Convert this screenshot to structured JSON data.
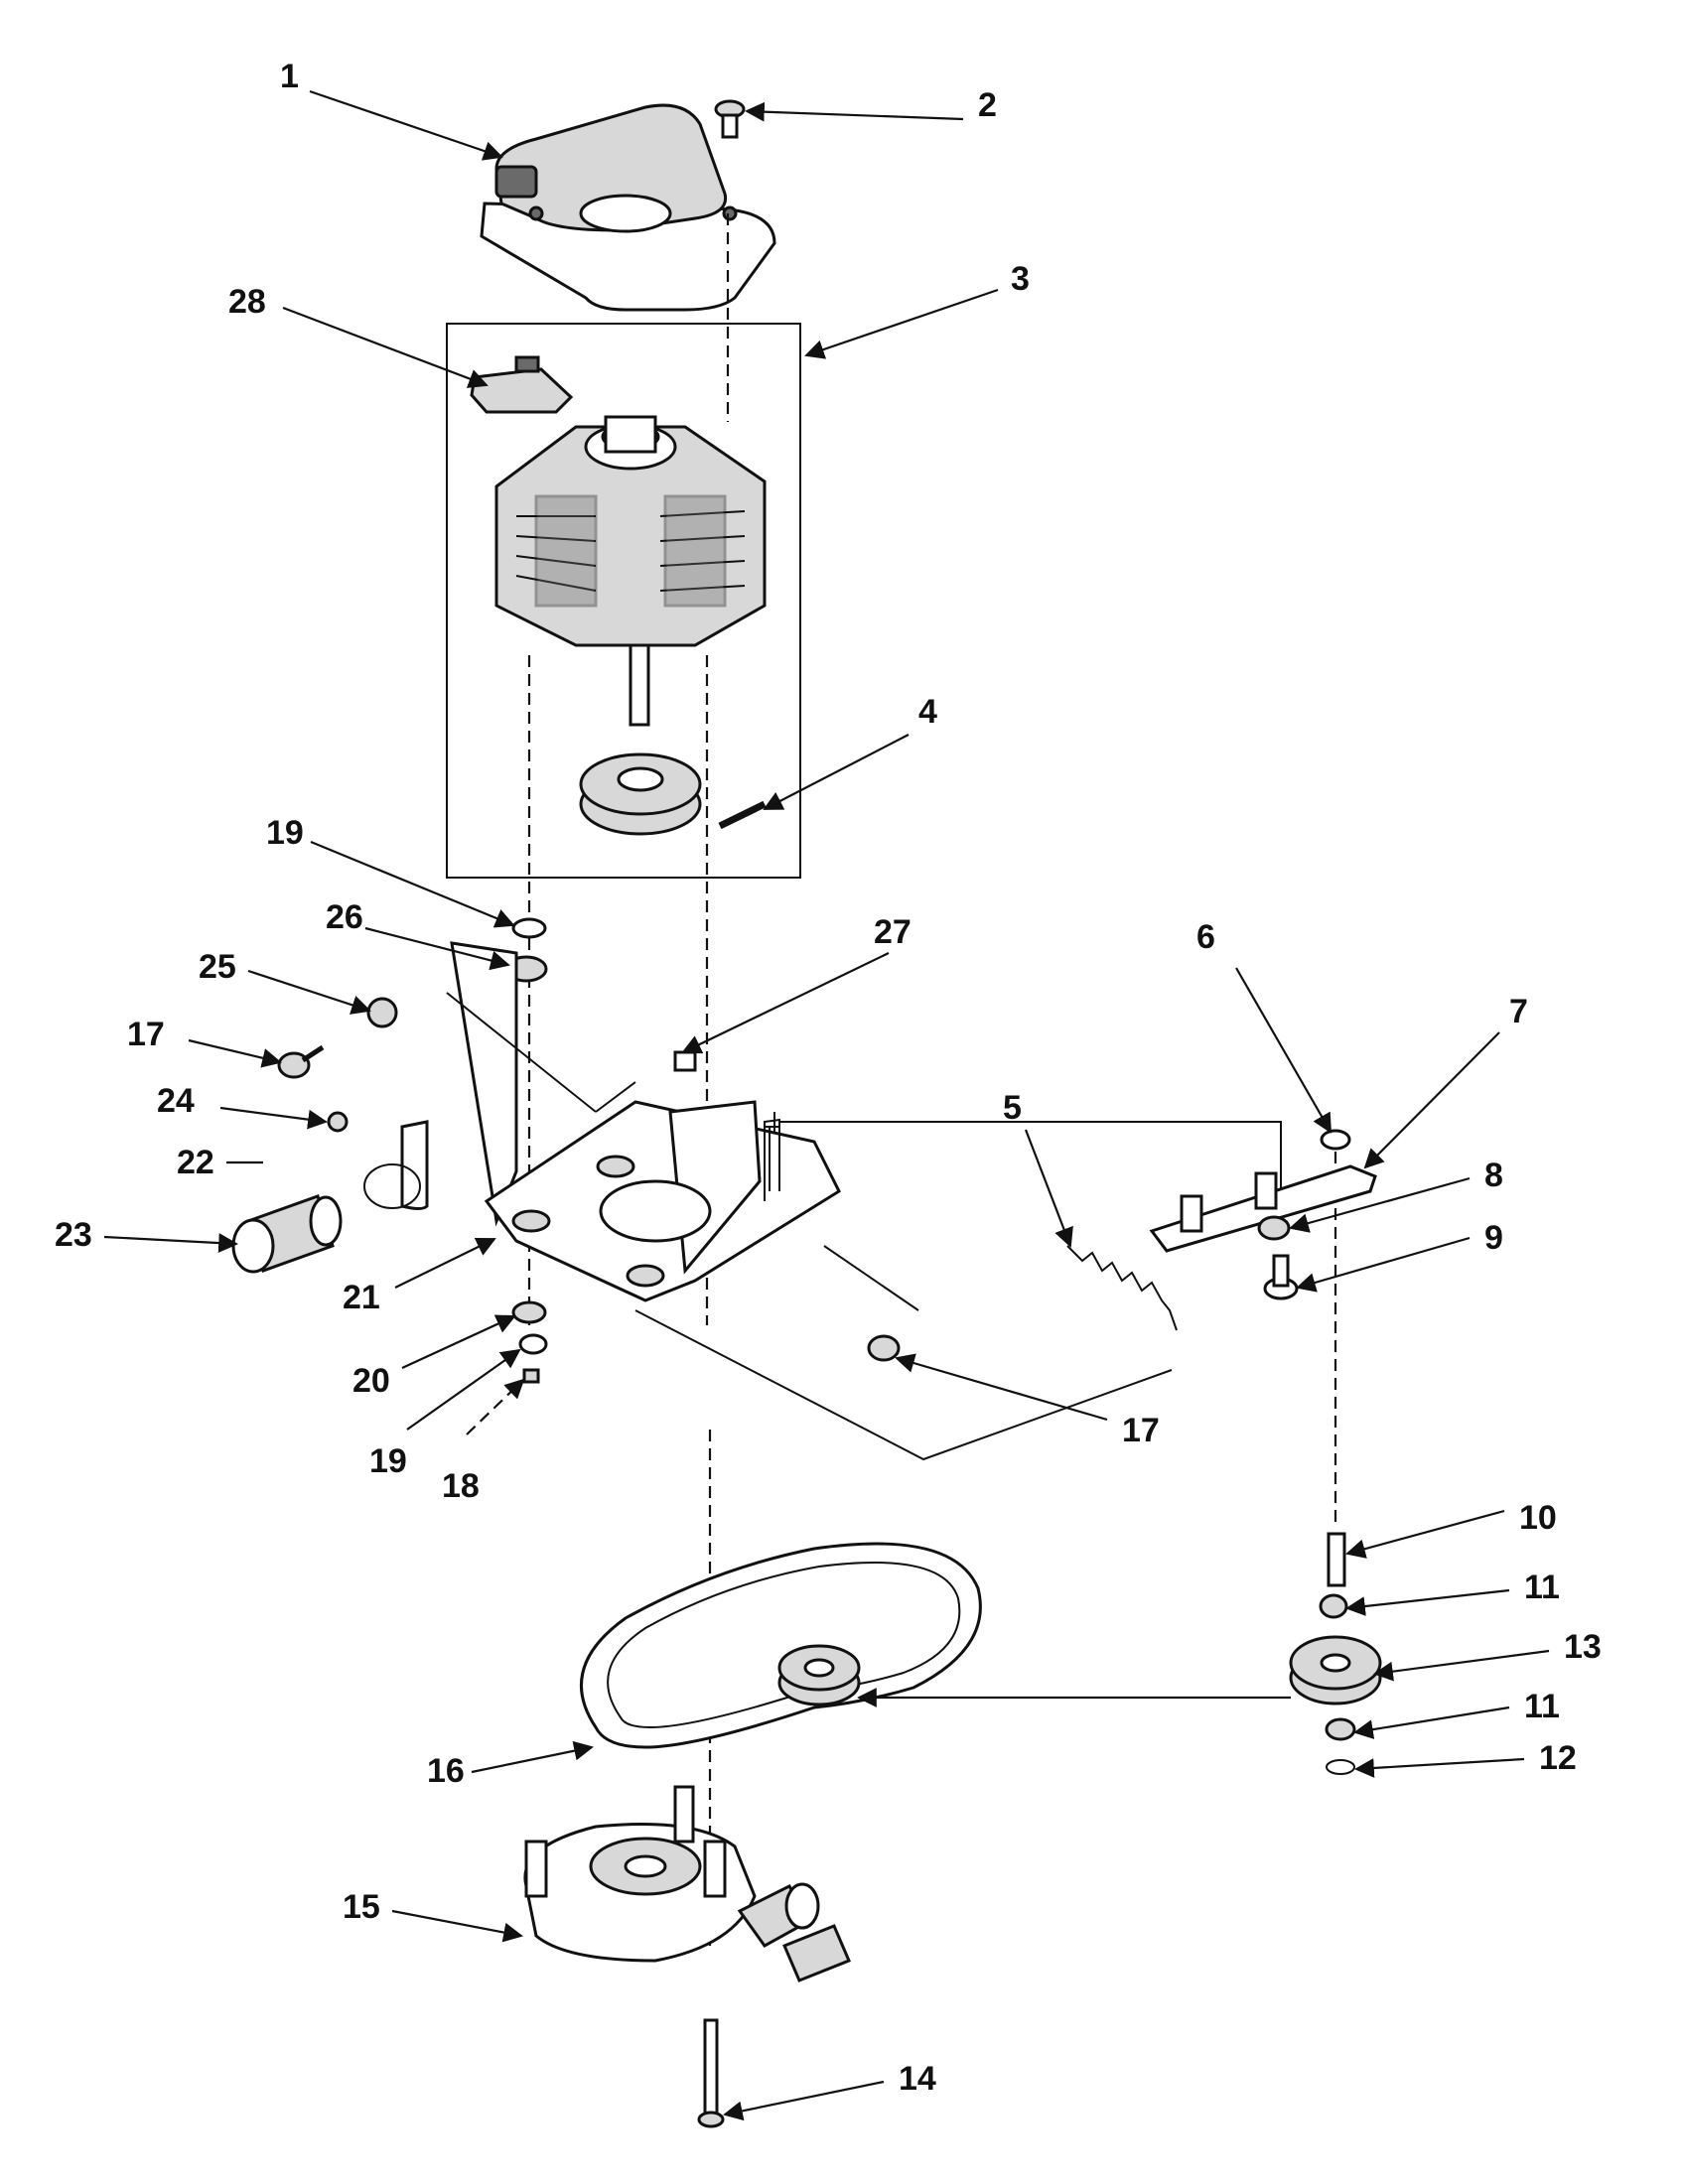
{
  "callouts": {
    "c1": "1",
    "c2": "2",
    "c3": "3",
    "c4": "4",
    "c5": "5",
    "c6": "6",
    "c7": "7",
    "c8": "8",
    "c9": "9",
    "c10": "10",
    "c11a": "11",
    "c11b": "11",
    "c12": "12",
    "c13": "13",
    "c14": "14",
    "c15": "15",
    "c16": "16",
    "c17a": "17",
    "c17b": "17",
    "c18": "18",
    "c19a": "19",
    "c19b": "19",
    "c20": "20",
    "c21": "21",
    "c22": "22",
    "c23": "23",
    "c24": "24",
    "c25": "25",
    "c26": "26",
    "c27": "27",
    "c28": "28"
  },
  "colors": {
    "ink": "#111111",
    "background": "#ffffff"
  }
}
